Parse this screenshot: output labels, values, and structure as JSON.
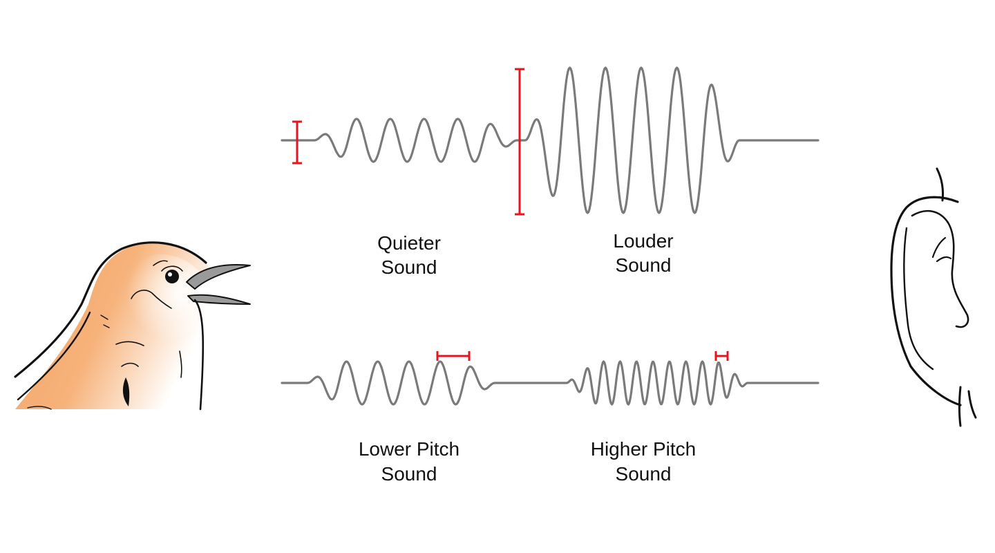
{
  "colors": {
    "wave": "#7a7a7a",
    "marker": "#e8141c",
    "text": "#111111",
    "bird_plumage": "#f2a466"
  },
  "illustrations": {
    "left": "singing-bird",
    "right": "human-ear"
  },
  "labels": {
    "quieter": {
      "line1": "Quieter",
      "line2": "Sound"
    },
    "louder": {
      "line1": "Louder",
      "line2": "Sound"
    },
    "lower_pitch": {
      "line1": "Lower Pitch",
      "line2": "Sound"
    },
    "higher_pitch": {
      "line1": "Higher Pitch",
      "line2": "Sound"
    }
  }
}
